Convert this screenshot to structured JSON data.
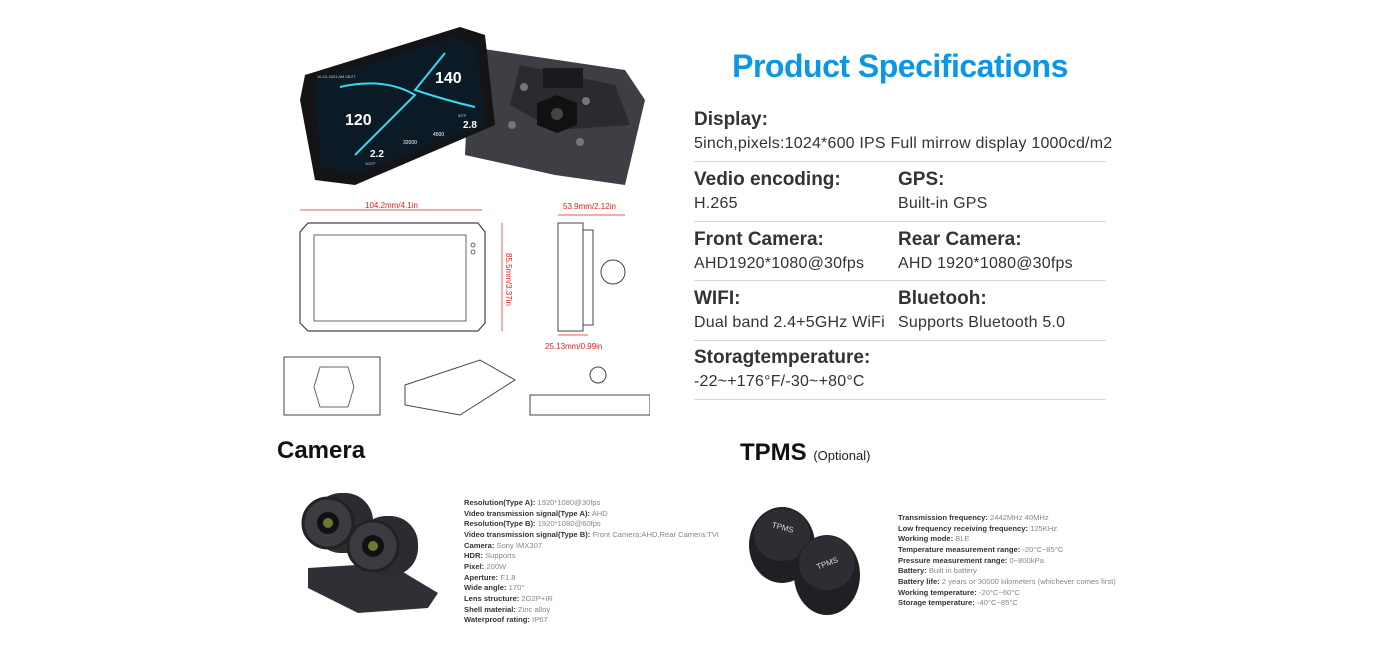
{
  "title": "Product Specifications",
  "specs": [
    {
      "label": "Display:",
      "value": "5inch,pixels:1024*600 IPS Full mirrow display 1000cd/m2"
    },
    {
      "label": "Vedio encoding:",
      "value": "H.265"
    },
    {
      "label": "GPS:",
      "value": "Built-in GPS"
    },
    {
      "label": "Front Camera:",
      "value": "AHD1920*1080@30fps"
    },
    {
      "label": "Rear Camera:",
      "value": "AHD 1920*1080@30fps"
    },
    {
      "label": "WIFI:",
      "value": "Dual band 2.4+5GHz WiFi"
    },
    {
      "label": "Bluetooh:",
      "value": "Supports Bluetooth 5.0"
    },
    {
      "label": "Storagtemperature:",
      "value": "-22~+176°F/-30~+80°C"
    }
  ],
  "dimensions": {
    "width": "104.2mm/4.1in",
    "height": "85.5mm/3.37in",
    "depth": "53.9mm/2.12in",
    "thickness": "25.13mm/0.99in"
  },
  "screen": {
    "datetime": "10-10-2024 AM 08:27",
    "speed_left": "120",
    "speed_right": "140",
    "front_temp": "103°F",
    "front_pressure": "2.2",
    "rear_temp": "93°F",
    "rear_pressure": "2.8",
    "odo": "32000",
    "trip": "4500"
  },
  "camera": {
    "heading": "Camera",
    "specs": [
      {
        "k": "Resolution(Type A):",
        "v": "1920*1080@30fps"
      },
      {
        "k": "Video transmission signal(Type A):",
        "v": "AHD"
      },
      {
        "k": "Resolution(Type B):",
        "v": "1920*1080@60fps"
      },
      {
        "k": "Video transmission signal(Type B):",
        "v": "Front Camera:AHD,Rear Camera:TVI"
      },
      {
        "k": "Camera:",
        "v": "Sony IMX307"
      },
      {
        "k": "HDR:",
        "v": "Supports"
      },
      {
        "k": "Pixel:",
        "v": "200W"
      },
      {
        "k": "Aperture:",
        "v": "F1.8"
      },
      {
        "k": "Wide angle:",
        "v": "170°"
      },
      {
        "k": "Lens structure:",
        "v": "2G2P+IR"
      },
      {
        "k": "Shell material:",
        "v": "Zinc alloy"
      },
      {
        "k": "Waterproof rating:",
        "v": "IP67"
      }
    ]
  },
  "tpms": {
    "heading": "TPMS",
    "optional": "(Optional)",
    "sensor_label": "TPMS",
    "specs": [
      {
        "k": "Transmission frequency:",
        "v": "2442MHz   40MHz"
      },
      {
        "k": "Low frequency receiving frequency:",
        "v": "125KHz"
      },
      {
        "k": "Working mode:",
        "v": "BLE"
      },
      {
        "k": "Temperature measurement range:",
        "v": "-20°C~85°C"
      },
      {
        "k": "Pressure measurement range:",
        "v": "0~800kPa"
      },
      {
        "k": "Battery:",
        "v": "Built in battery"
      },
      {
        "k": "Battery life:",
        "v": "2 years or 30000 kilometers (whichever comes first)"
      },
      {
        "k": "Working temperature:",
        "v": "-20°C~60°C"
      },
      {
        "k": "Storage temperature:",
        "v": "-40°C~85°C"
      }
    ]
  },
  "colors": {
    "title": "#0b97e6",
    "dimension": "#e02020",
    "screen_accent": "#3ad7f0"
  }
}
